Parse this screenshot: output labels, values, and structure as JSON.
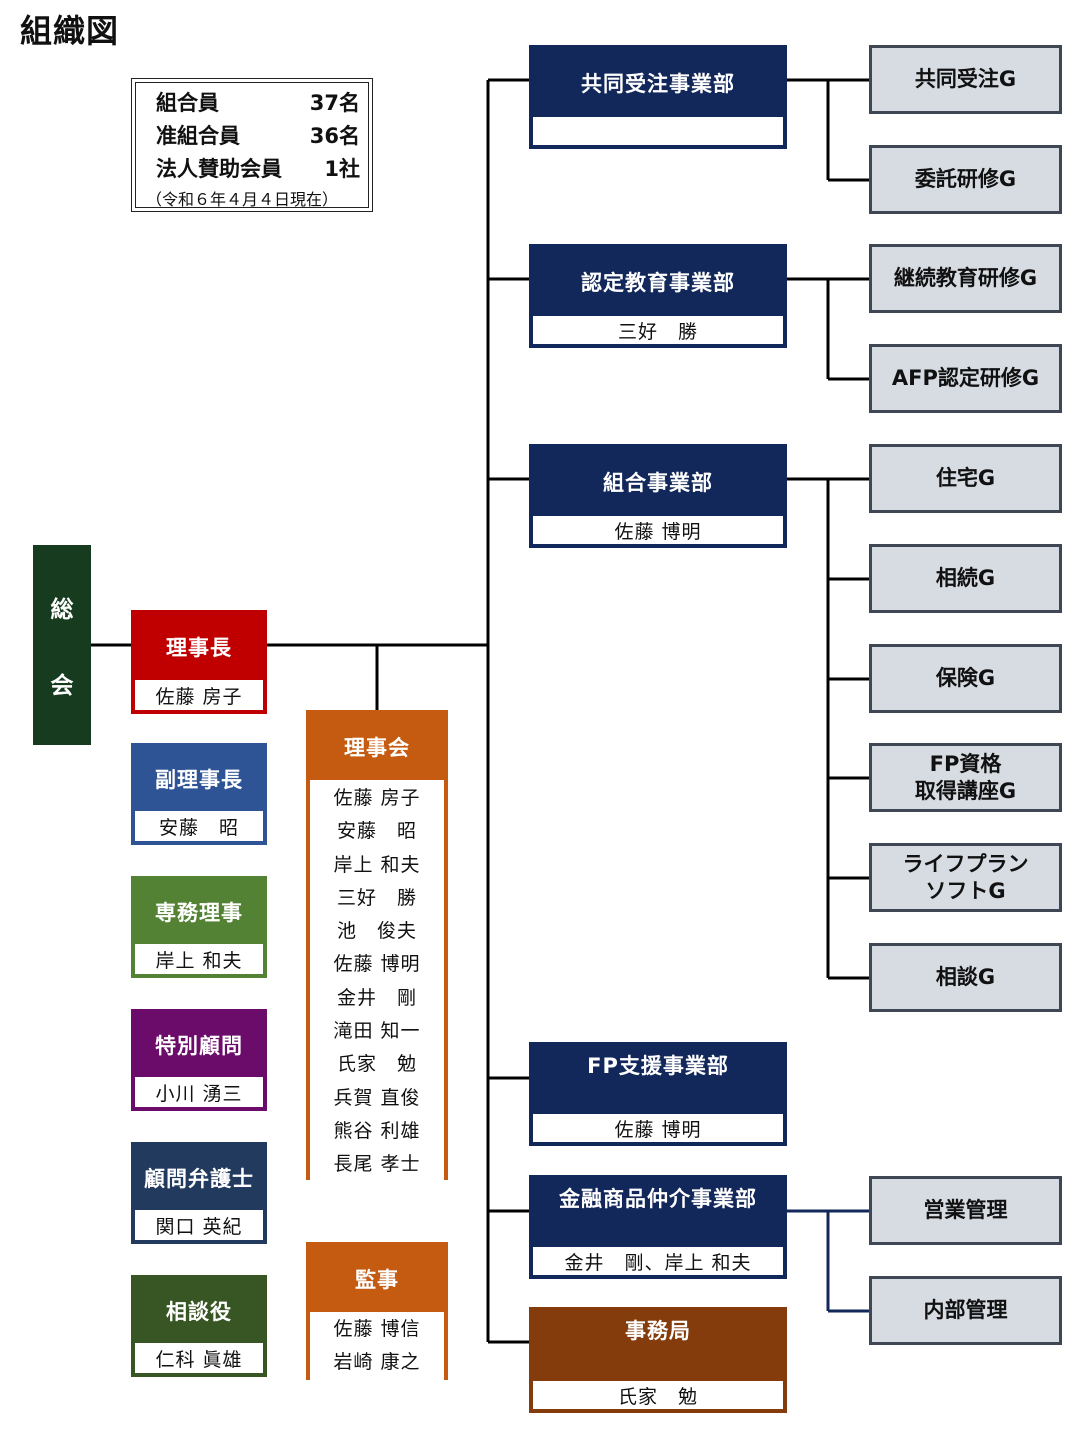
{
  "title": "組織図",
  "stats": {
    "rows": [
      {
        "label": "組合員",
        "value": "37名"
      },
      {
        "label": "准組合員",
        "value": "36名"
      },
      {
        "label": "法人賛助会員",
        "value": "1社"
      }
    ],
    "note": "（令和６年４月４日現在）"
  },
  "soukai": {
    "chars": [
      "総",
      "会"
    ]
  },
  "chairman": {
    "title": "理事長",
    "name": "佐藤 房子"
  },
  "roles": [
    {
      "title": "副理事長",
      "name": "安藤　昭"
    },
    {
      "title": "専務理事",
      "name": "岸上 和夫"
    },
    {
      "title": "特別顧問",
      "name": "小川 湧三"
    },
    {
      "title": "顧問弁護士",
      "name": "関口 英紀"
    },
    {
      "title": "相談役",
      "name": "仁科 眞雄"
    }
  ],
  "board": {
    "title": "理事会",
    "members": [
      "佐藤 房子",
      "安藤　昭",
      "岸上 和夫",
      "三好　勝",
      "池　俊夫",
      "佐藤 博明",
      "金井　剛",
      "滝田 知一",
      "氏家　勉",
      "兵賀 直俊",
      "熊谷 利雄",
      "長尾 孝士"
    ]
  },
  "auditors": {
    "title": "監事",
    "members": [
      "佐藤 博信",
      "岩崎 康之"
    ]
  },
  "departments": [
    {
      "title": "共同受注事業部",
      "head": ""
    },
    {
      "title": "認定教育事業部",
      "head": "三好　勝"
    },
    {
      "title": "組合事業部",
      "head": "佐藤 博明"
    },
    {
      "title": "FP支援事業部",
      "head": "佐藤 博明"
    },
    {
      "title": "金融商品仲介事業部",
      "head": "金井　剛、岸上 和夫"
    },
    {
      "title": "事務局",
      "head": "氏家　勉"
    }
  ],
  "groups": [
    "共同受注G",
    "委託研修G",
    "継続教育研修G",
    "AFP認定研修G",
    "住宅G",
    "相続G",
    "保険G",
    "FP資格\n取得講座G",
    "ライフプラン\nソフトG",
    "相談G",
    "営業管理",
    "内部管理"
  ],
  "colors": {
    "department": "#12275a",
    "group_fill": "#d7dce3",
    "soukai": "#173b1e",
    "chairman": "#c00000",
    "vice_chairman": "#2f5496",
    "managing_director": "#548235",
    "special_advisor": "#6b0c6b",
    "legal_advisor": "#223a5e",
    "counselor": "#375623",
    "board": "#c55a11",
    "secretariat": "#843c0c",
    "finance_link": "#12275a"
  }
}
